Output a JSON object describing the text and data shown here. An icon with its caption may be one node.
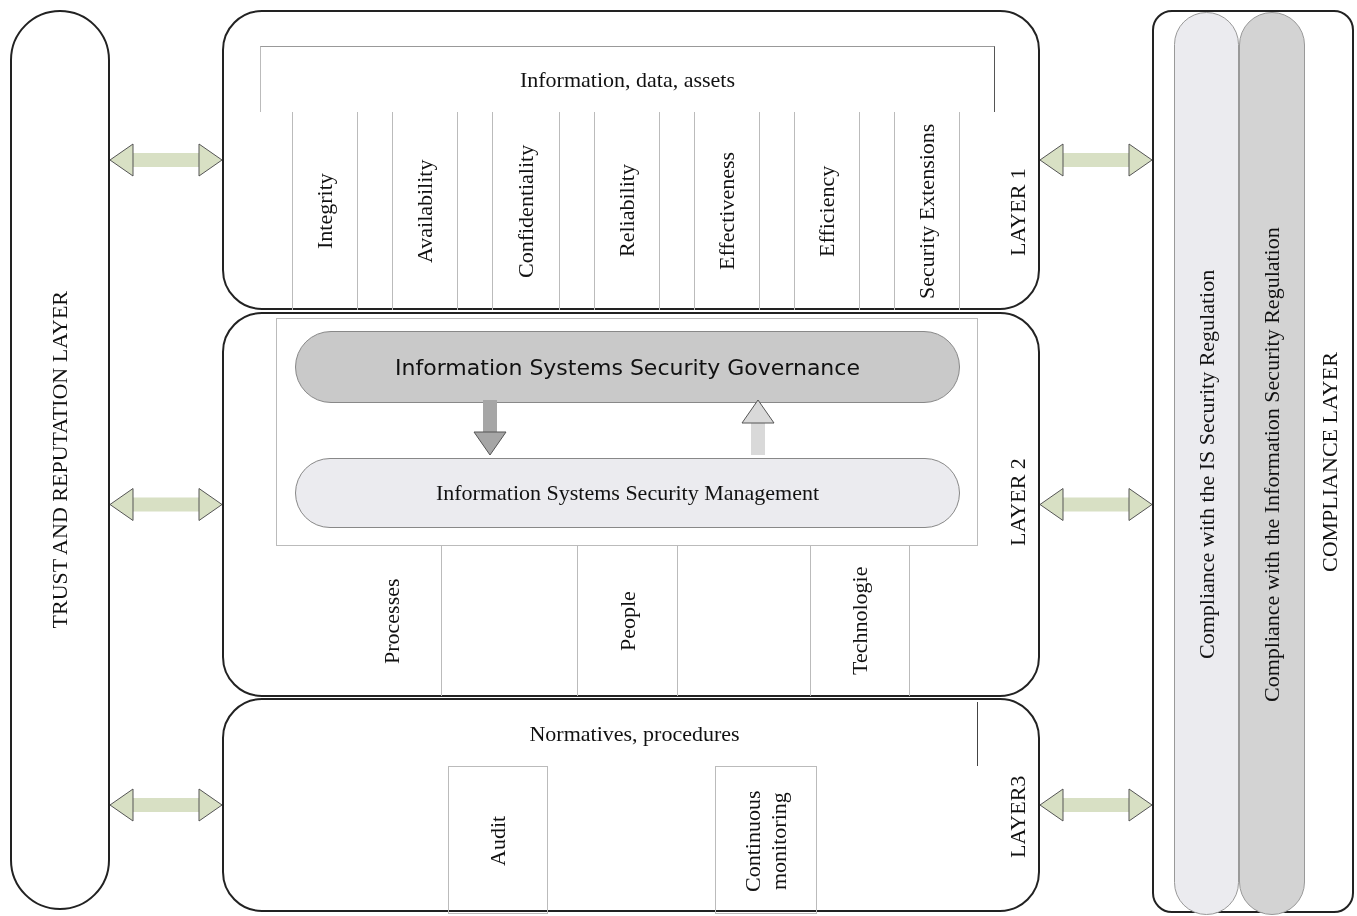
{
  "diagram": {
    "nodes": [
      {
        "text": [
          "TRUST AND REPUTATION LAYER"
        ]
      },
      {
        "text": [
          "LAYER 1"
        ]
      },
      {
        "text": [
          "Information, data, assets"
        ],
        "in": 1
      },
      {
        "text": [
          "Integrity"
        ],
        "in": 1
      },
      {
        "text": [
          "Availability"
        ],
        "in": 1
      },
      {
        "text": [
          "Confidentiality"
        ],
        "in": 1
      },
      {
        "text": [
          "Reliability"
        ],
        "in": 1
      },
      {
        "text": [
          "Effectiveness"
        ],
        "in": 1
      },
      {
        "text": [
          "Efficiency"
        ],
        "in": 1
      },
      {
        "text": [
          "Security Extensions"
        ],
        "in": 1
      },
      {
        "text": [
          "LAYER 2"
        ]
      },
      {
        "text": [],
        "shape": "box",
        "in": 10
      },
      {
        "text": [
          "Information Systems Security Governance"
        ],
        "in": 11
      },
      {
        "text": [
          "Information Systems Security Management"
        ],
        "in": 11
      },
      {
        "text": [
          "Processes"
        ],
        "in": 10
      },
      {
        "text": [
          "People"
        ],
        "in": 10
      },
      {
        "text": [
          "Technologie"
        ],
        "in": 10
      },
      {
        "text": [
          "LAYER3"
        ]
      },
      {
        "text": [
          "Normatives, procedures"
        ],
        "in": 17
      },
      {
        "text": [
          "Audit"
        ],
        "in": 17
      },
      {
        "text": [
          "Continuous monitoring"
        ],
        "in": 17
      },
      {
        "text": [
          "COMPLIANCE LAYER"
        ]
      },
      {
        "text": [
          "Compliance with the IS Security Regulation"
        ],
        "in": 21
      },
      {
        "text": [
          "Compliance with the Information Security Regulation"
        ],
        "in": 21
      }
    ],
    "edges": [
      {
        "from": 0,
        "to": 1,
        "arrow": "both"
      },
      {
        "from": 0,
        "to": 10,
        "arrow": "both"
      },
      {
        "from": 0,
        "to": 17,
        "arrow": "both"
      },
      {
        "from": 1,
        "to": 21,
        "arrow": "both"
      },
      {
        "from": 10,
        "to": 21,
        "arrow": "both"
      },
      {
        "from": 17,
        "to": 21,
        "arrow": "both"
      },
      {
        "from": 12,
        "to": 13,
        "arrow": "to",
        "color": "#a6a6a6"
      },
      {
        "from": 13,
        "to": 12,
        "arrow": "to",
        "color": "#d9d9d9"
      }
    ]
  }
}
